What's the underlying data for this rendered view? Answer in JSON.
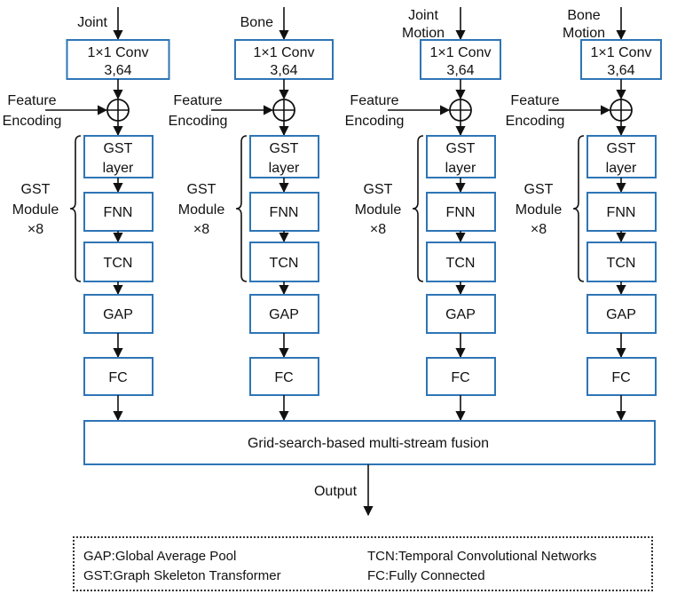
{
  "colors": {
    "box_border": "#2e75b6",
    "line": "#111111"
  },
  "streams": [
    {
      "input": [
        "Joint"
      ]
    },
    {
      "input": [
        "Bone"
      ]
    },
    {
      "input": [
        "Joint",
        "Motion"
      ]
    },
    {
      "input": [
        "Bone",
        "Motion"
      ]
    }
  ],
  "labels": {
    "conv": [
      "1×1 Conv",
      "3,64"
    ],
    "feature_encoding": [
      "Feature",
      "Encoding"
    ],
    "gst_layer": [
      "GST",
      "layer"
    ],
    "fnn": "FNN",
    "tcn": "TCN",
    "gap": "GAP",
    "fc": "FC",
    "module": [
      "GST",
      "Module",
      "×8"
    ]
  },
  "fusion": "Grid-search-based multi-stream fusion",
  "output": "Output",
  "legend": {
    "gap": "GAP:Global Average Pool",
    "gst": "GST:Graph Skeleton Transformer",
    "tcn": "TCN:Temporal Convolutional Networks",
    "fc": "FC:Fully Connected"
  }
}
